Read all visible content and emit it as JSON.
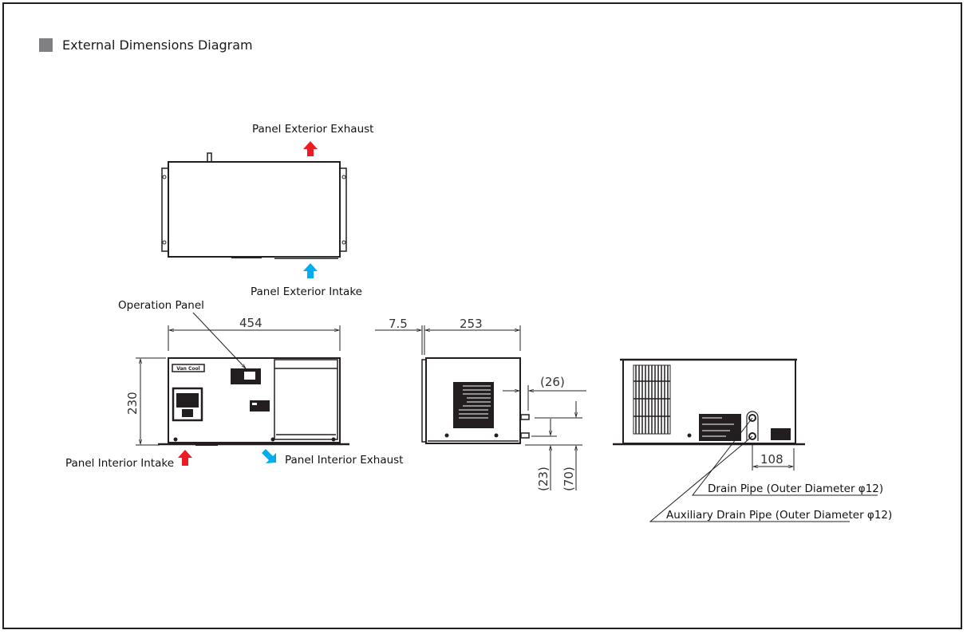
{
  "title": "External Dimensions Diagram",
  "colors": {
    "exhaust_arrow": "#ed1c24",
    "intake_arrow": "#00aeef",
    "title_square": "#808083",
    "line": "#231f20"
  },
  "top_view": {
    "exhaust_label": "Panel Exterior Exhaust",
    "intake_label": "Panel Exterior Intake"
  },
  "front_view": {
    "operation_panel_label": "Operation Panel",
    "width_dim": "454",
    "height_dim": "230",
    "interior_intake_label": "Panel Interior Intake",
    "interior_exhaust_label": "Panel Interior Exhaust",
    "brand_plate": "Van Cool"
  },
  "side_view": {
    "offset_dim": "7.5",
    "depth_dim": "253",
    "pipe_protrusion_dim": "(26)",
    "lower_pipe_dim": "(23)",
    "upper_pipe_dim": "(70)"
  },
  "rear_view": {
    "pipe_spacing_dim": "108",
    "drain_pipe_label": "Drain Pipe (Outer Diameter φ12)",
    "aux_drain_pipe_label": "Auxiliary Drain Pipe (Outer Diameter φ12)"
  }
}
